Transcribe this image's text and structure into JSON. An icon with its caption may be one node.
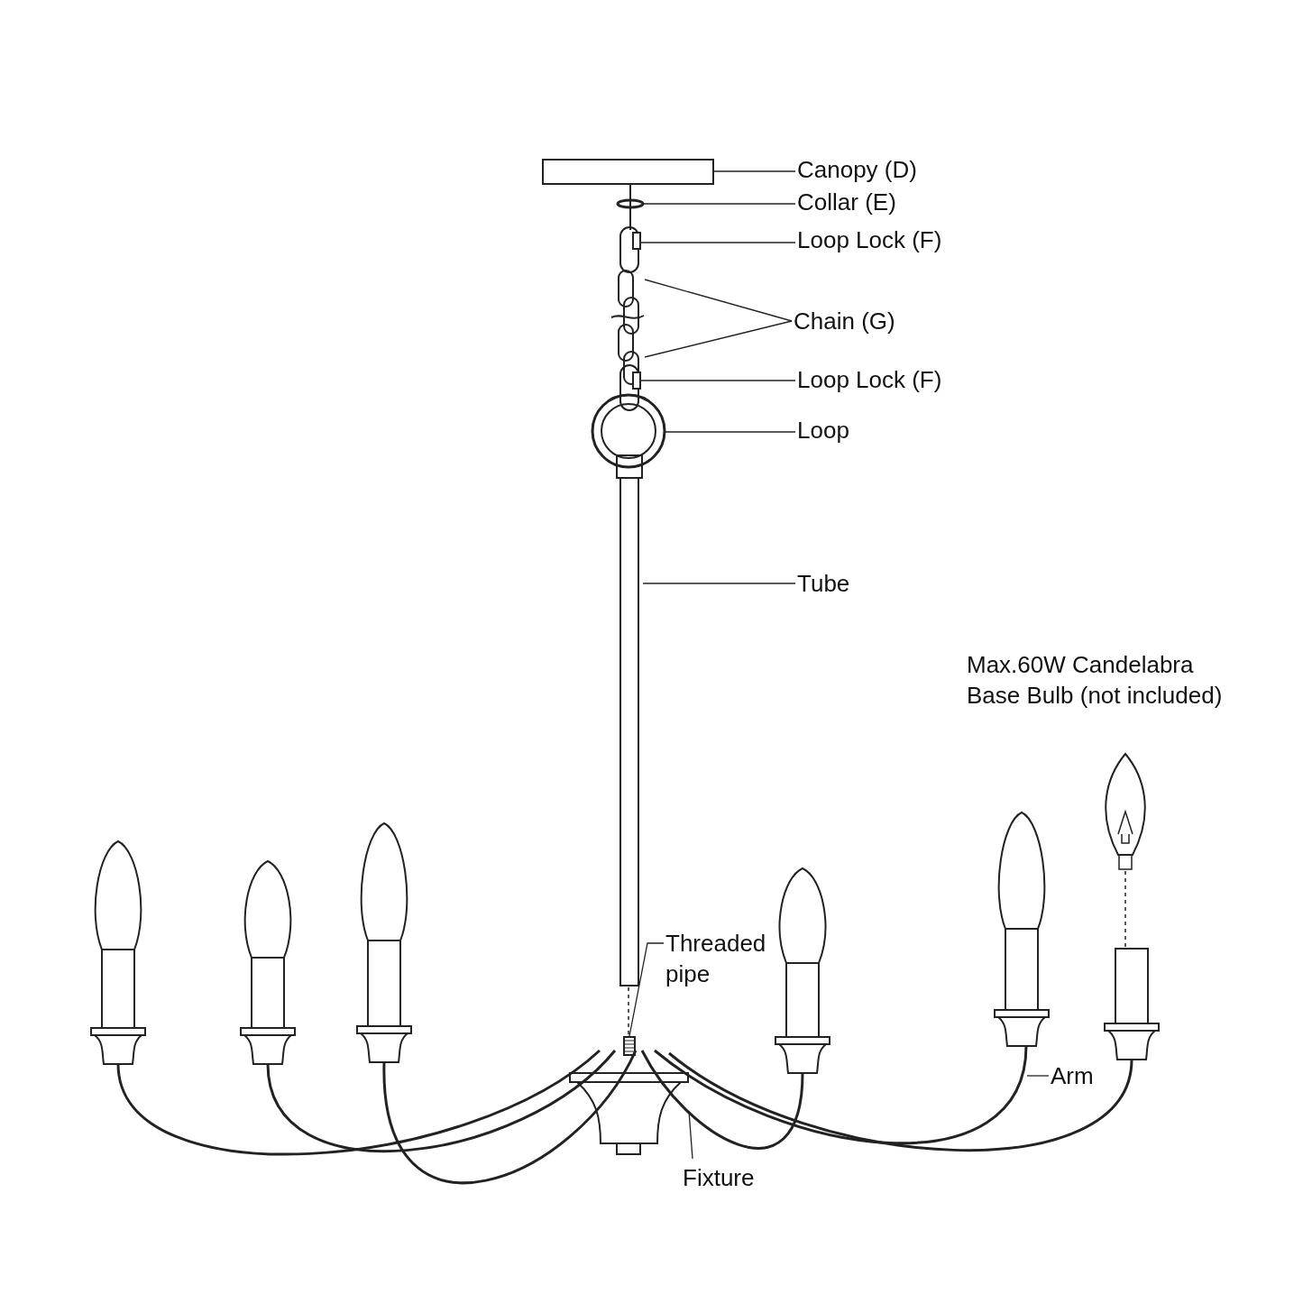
{
  "diagram": {
    "nodes": [
      {
        "text": [
          "Canopy (D)"
        ]
      },
      {
        "text": [],
        "shape": "box"
      },
      {
        "text": [
          "Collar (E)"
        ]
      },
      {
        "text": [],
        "shape": "circle"
      },
      {
        "text": [
          "Loop Lock (F)"
        ]
      },
      {
        "text": [],
        "shape": "box"
      },
      {
        "text": [
          "Chain (G)"
        ]
      },
      {
        "text": [],
        "shape": "picture"
      },
      {
        "text": [
          "Loop Lock (F)"
        ]
      },
      {
        "text": [],
        "shape": "box"
      },
      {
        "text": [
          "Loop"
        ]
      },
      {
        "text": [],
        "shape": "circle"
      },
      {
        "text": [
          "Tube"
        ]
      },
      {
        "text": [],
        "shape": "bar"
      },
      {
        "text": [
          "Threaded pipe"
        ]
      },
      {
        "text": [],
        "shape": "picture"
      },
      {
        "text": [
          "Fixture"
        ]
      },
      {
        "text": [],
        "shape": "picture"
      },
      {
        "text": [
          "Arm"
        ]
      },
      {
        "text": [],
        "shape": "picture"
      }
    ],
    "edges": [
      {
        "from": 0,
        "to": 1,
        "arrow": "none"
      },
      {
        "from": 2,
        "to": 3,
        "arrow": "none"
      },
      {
        "from": 4,
        "to": 5,
        "arrow": "none"
      },
      {
        "from": 6,
        "to": 7,
        "arrow": "none"
      },
      {
        "from": 6,
        "to": 7,
        "arrow": "none"
      },
      {
        "from": 8,
        "to": 9,
        "arrow": "none"
      },
      {
        "from": 10,
        "to": 11,
        "arrow": "none"
      },
      {
        "from": 12,
        "to": 13,
        "arrow": "none"
      },
      {
        "from": 14,
        "to": 15,
        "arrow": "none"
      },
      {
        "from": 16,
        "to": 17,
        "arrow": "none"
      },
      {
        "from": 18,
        "to": 19,
        "arrow": "none"
      }
    ],
    "labels": [
      "Max.60W Candelabra Base Bulb (not included)"
    ]
  }
}
